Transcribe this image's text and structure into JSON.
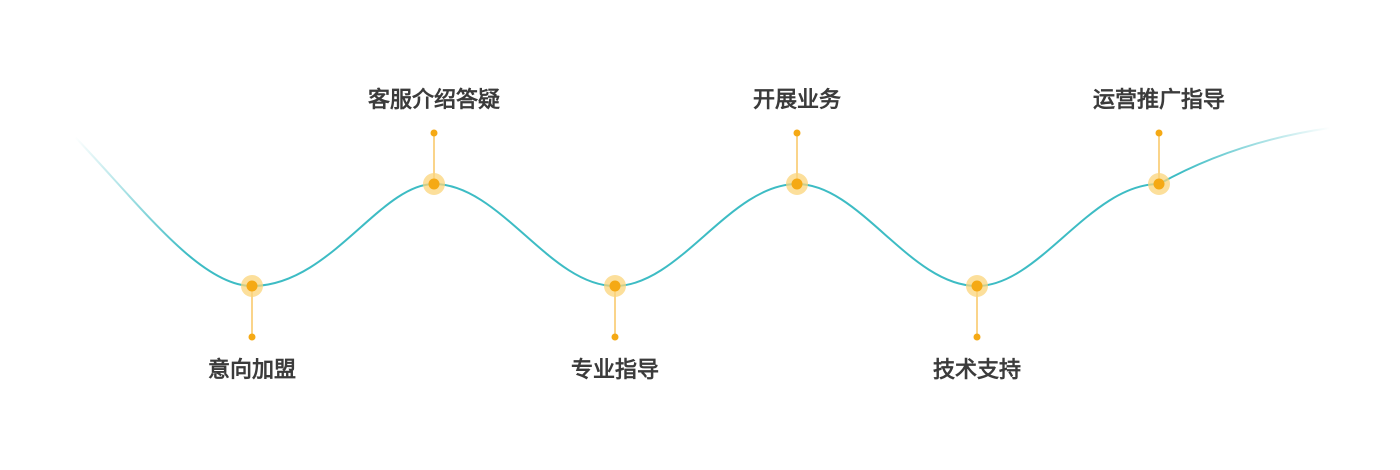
{
  "colors": {
    "curve": "#3dbcc4",
    "marker": "#f5a914",
    "marker_halo": "#fbd47a",
    "text": "#3b3b3b"
  },
  "steps": [
    {
      "label": "意向加盟",
      "position": "bottom"
    },
    {
      "label": "客服介绍答疑",
      "position": "top"
    },
    {
      "label": "专业指导",
      "position": "bottom"
    },
    {
      "label": "开展业务",
      "position": "top"
    },
    {
      "label": "技术支持",
      "position": "bottom"
    },
    {
      "label": "运营推广指导",
      "position": "top"
    }
  ]
}
